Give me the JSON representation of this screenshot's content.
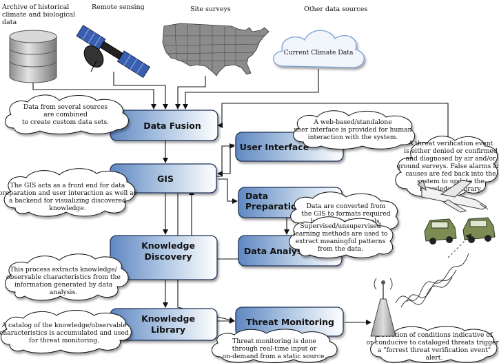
{
  "sources": {
    "archive": [
      "Archive of historical",
      "climate and biological",
      "data"
    ],
    "remote_sensing": "Remote sensing",
    "site_surveys": "Site surveys",
    "other_sources": "Other data sources",
    "current_climate": "Current Climate Data"
  },
  "boxes": {
    "data_fusion": [
      "Data Fusion"
    ],
    "gis": [
      "GIS"
    ],
    "user_interface": [
      "User Interface"
    ],
    "data_preparation": [
      "Data",
      "Preparation"
    ],
    "data_analysis": [
      "Data Analysis"
    ],
    "knowledge_discovery": [
      "Knowledge",
      "Discovery"
    ],
    "knowledge_library": [
      "Knowledge",
      "Library"
    ],
    "threat_monitoring": [
      "Threat Monitoring"
    ]
  },
  "notes": {
    "fusion": [
      "Data from several sources",
      "are combined",
      "to create custom data sets."
    ],
    "ui": [
      "A web-based/standalone",
      "user interface is provided for human",
      "interaction with the system."
    ],
    "gis": [
      "The GIS acts as a front end for data",
      "preparation and user interaction as well as",
      "a backend for visualizing discovered",
      "knowledge."
    ],
    "prep": [
      "Data are converted from",
      "the GIS to formats required",
      "by data analysis tools."
    ],
    "analysis": [
      "Supervised/unsupervised",
      "learning methods are used to",
      "extract meaningful patterns",
      "from the data."
    ],
    "discovery": [
      "This process extracts knowledge/",
      "observable characteristics from the",
      "information generated by data",
      "analysis."
    ],
    "library": [
      "A catalog of the knowledge/observable",
      "characteristics is accumulated and used",
      "for threat monitoring."
    ],
    "monitoring": [
      "Threat monitoring is done",
      "through real-time input or",
      "on-demand from a static source."
    ],
    "verification": [
      "A threat verification event",
      "is either denied or confirmed",
      "and diagnosed by air and/or",
      "ground surveys. False alarms and",
      "causes are fed back into the",
      "system to update the",
      "Knowledge Library."
    ],
    "detection": [
      "Detection of conditions indicative of",
      "or conducive to cataloged threats triggers",
      "a \"forrest threat verification event\"",
      "alert."
    ]
  }
}
